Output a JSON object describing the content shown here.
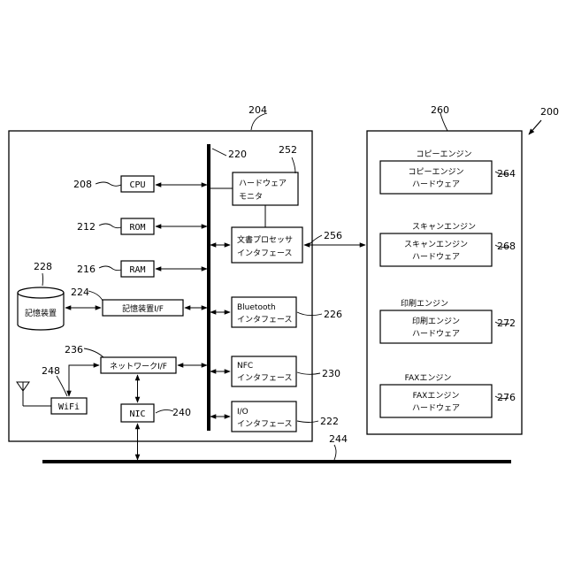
{
  "refs": {
    "figure": "200",
    "controller": "204",
    "cpu": "208",
    "rom": "212",
    "ram": "216",
    "bus": "220",
    "io_if": "222",
    "storage_if": "224",
    "bluetooth_if": "226",
    "storage": "228",
    "nfc_if": "230",
    "network_if": "236",
    "nic": "240",
    "network_line": "244",
    "wifi": "248",
    "hw_monitor": "252",
    "doc_proc_if": "256",
    "engines": "260",
    "copy_hw": "264",
    "scan_hw": "268",
    "print_hw": "272",
    "fax_hw": "276"
  },
  "labels": {
    "cpu": "CPU",
    "rom": "ROM",
    "ram": "RAM",
    "storage": "記憶装置",
    "storage_if": "記憶装置I/F",
    "network_if": "ネットワークI/F",
    "wifi": "WiFi",
    "nic": "NIC",
    "hw_monitor": [
      "ハードウェア",
      "モニタ"
    ],
    "doc_proc_if": [
      "文書プロセッサ",
      "インタフェース"
    ],
    "bluetooth_if": [
      "Bluetooth",
      "インタフェース"
    ],
    "nfc_if": [
      "NFC",
      "インタフェース"
    ],
    "io_if": [
      "I/O",
      "インタフェース"
    ]
  },
  "engines": [
    {
      "title": "コピーエンジン",
      "hw": [
        "コピーエンジン",
        "ハードウェア"
      ]
    },
    {
      "title": "スキャンエンジン",
      "hw": [
        "スキャンエンジン",
        "ハードウェア"
      ]
    },
    {
      "title": "印刷エンジン",
      "hw": [
        "印刷エンジン",
        "ハードウェア"
      ]
    },
    {
      "title": "FAXエンジン",
      "hw": [
        "FAXエンジン",
        "ハードウェア"
      ]
    }
  ]
}
